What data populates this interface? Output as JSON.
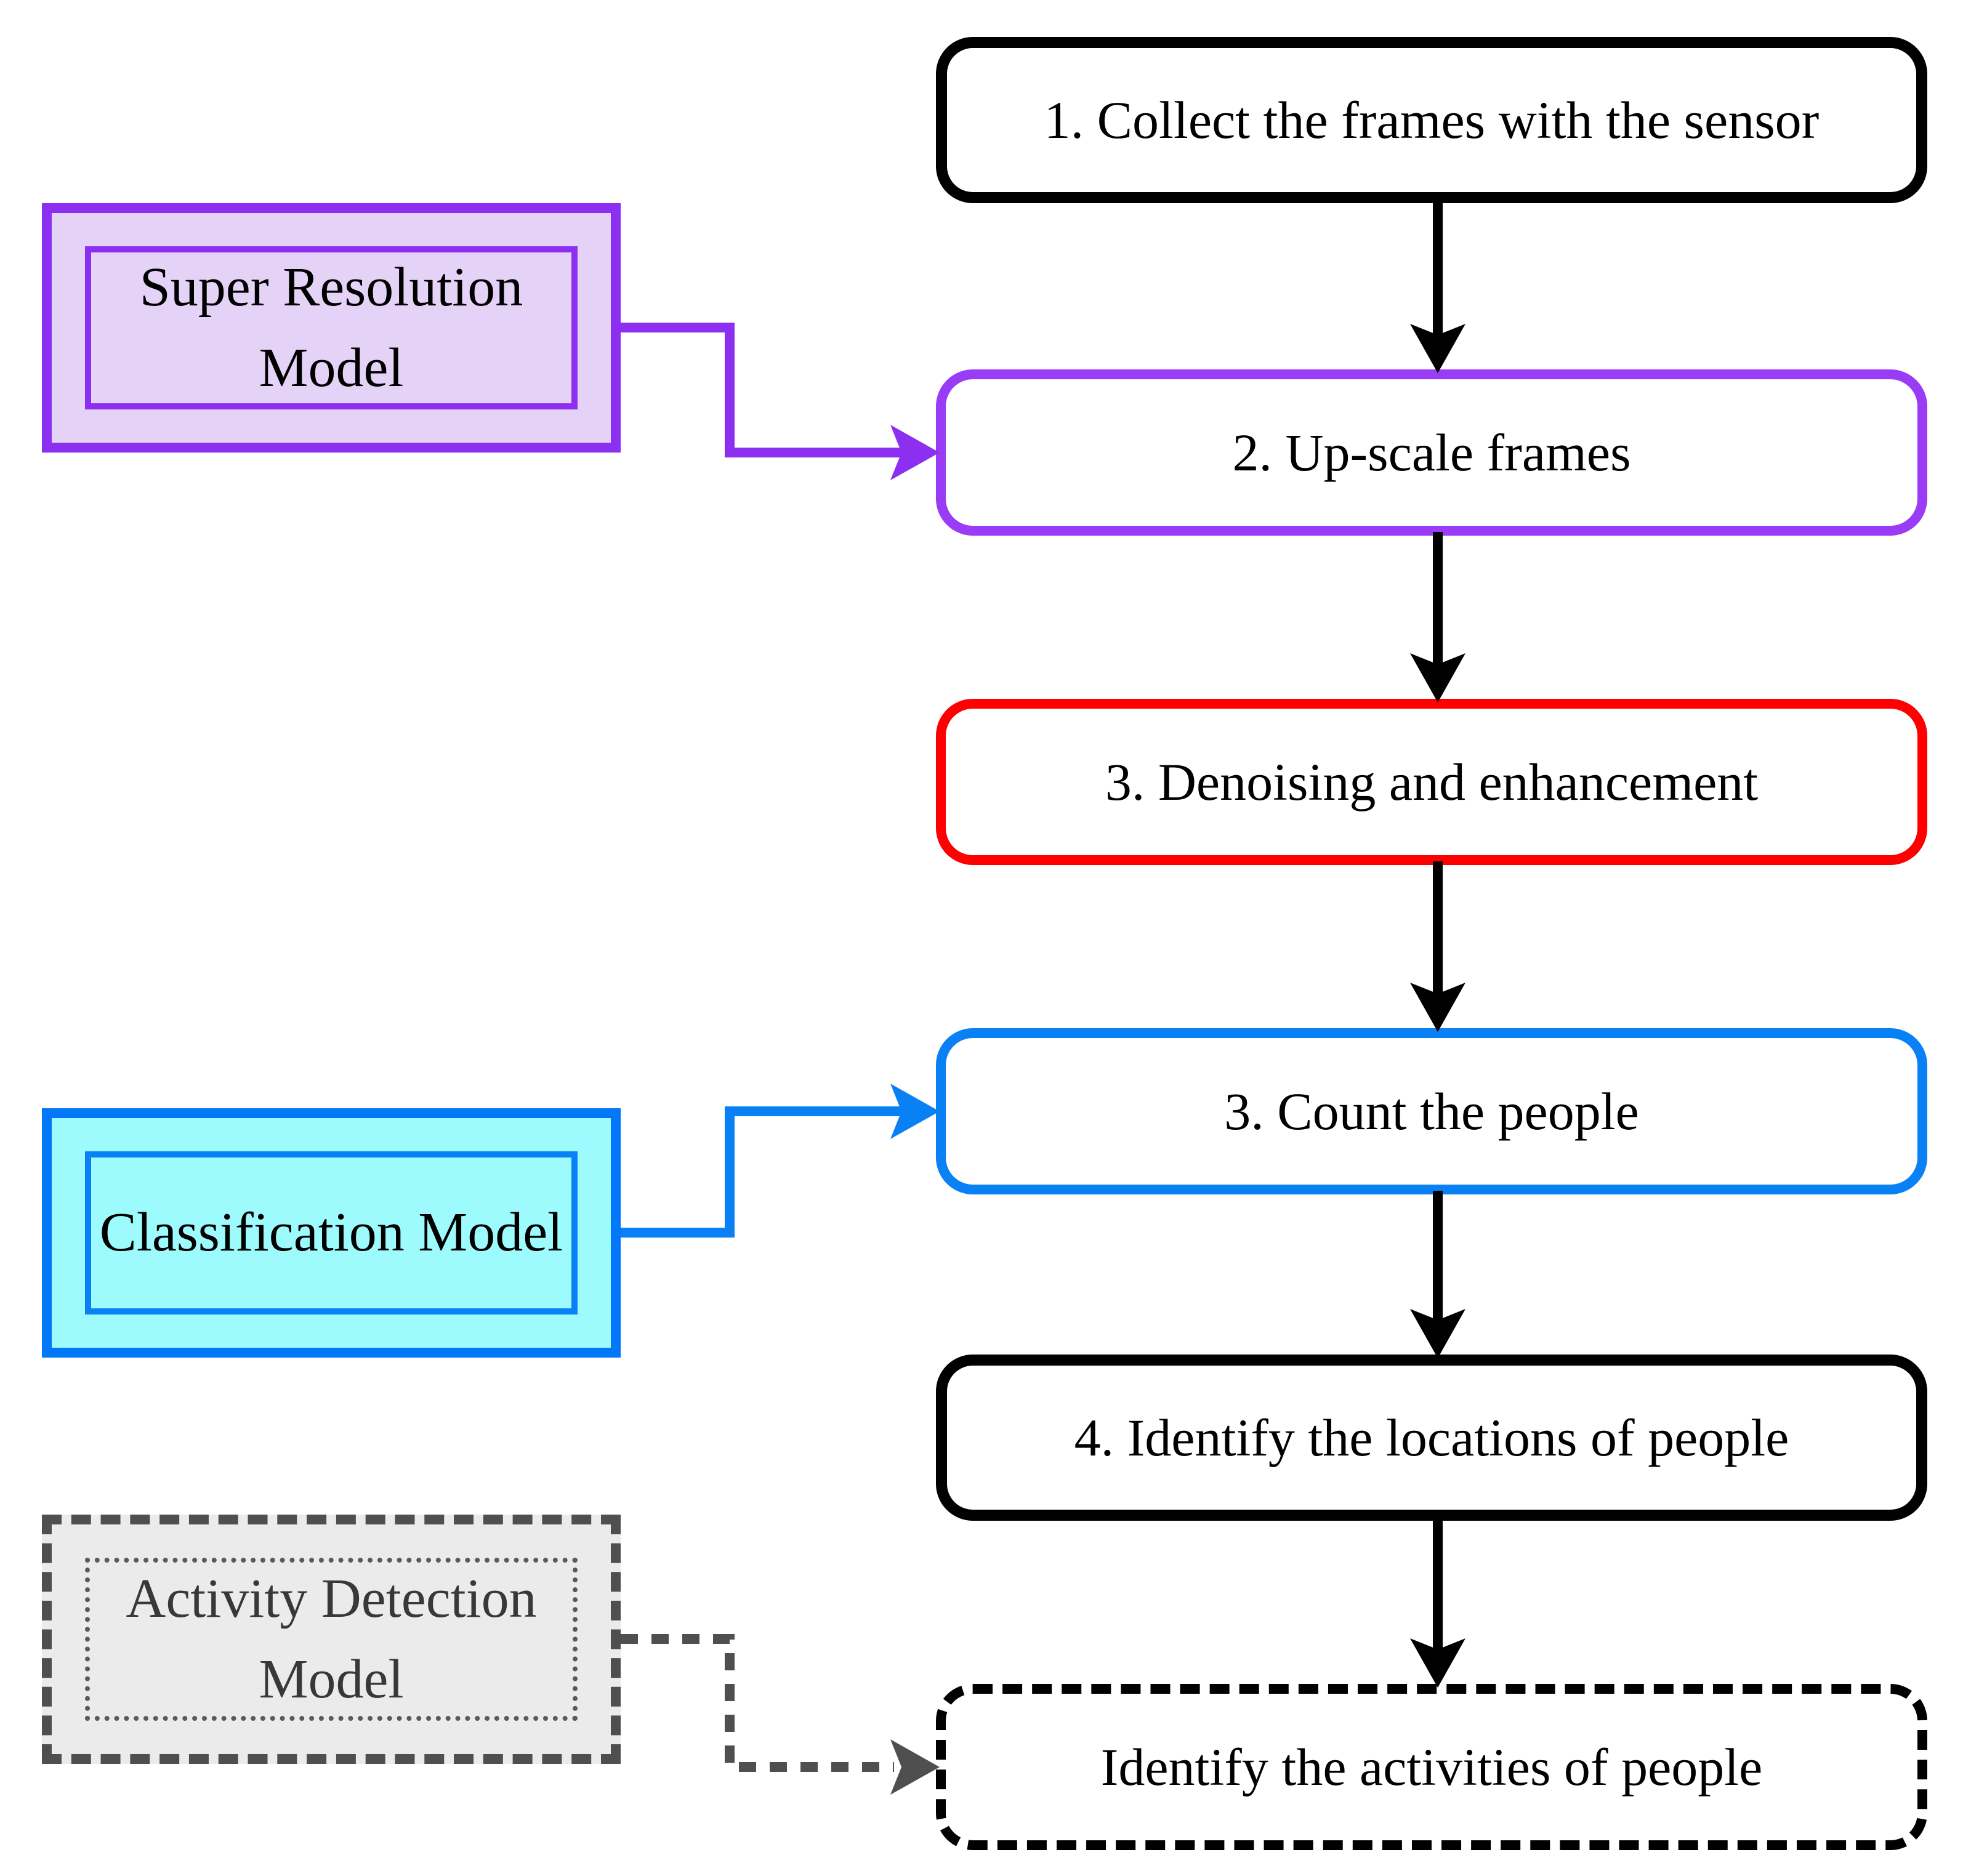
{
  "diagram": {
    "main_steps": [
      {
        "label": "1. Collect the frames with the sensor",
        "outline_color": "#000000",
        "outline_style": "solid"
      },
      {
        "label": "2. Up-scale frames",
        "outline_color": "#9A3BF5",
        "outline_style": "solid"
      },
      {
        "label": "3. Denoising and enhancement",
        "outline_color": "#FF0000",
        "outline_style": "solid"
      },
      {
        "label": "3. Count the people",
        "outline_color": "#0A80F5",
        "outline_style": "solid"
      },
      {
        "label": "4. Identify the locations of people",
        "outline_color": "#000000",
        "outline_style": "solid"
      },
      {
        "label": "Identify the activities of people",
        "outline_color": "#000000",
        "outline_style": "dashed"
      }
    ],
    "model_boxes": [
      {
        "label": "Super Resolution Model",
        "outline_color": "#8C2FF0",
        "fill_color": "#E4D3F7",
        "text_color": "#000000",
        "outline_style": "solid",
        "feeds_step": "2. Up-scale frames"
      },
      {
        "label": "Classification Model",
        "outline_color": "#0277F8",
        "fill_color": "#9EFBFD",
        "text_color": "#000000",
        "outline_style": "solid",
        "feeds_step": "3. Count the people"
      },
      {
        "label": "Activity Detection Model",
        "outline_color": "#4F4F4F",
        "fill_color": "#EBEBEB",
        "text_color": "#383838",
        "outline_style": "dashed",
        "feeds_step": "Identify the activities of people"
      }
    ],
    "connectors": [
      {
        "from": "1. Collect the frames with the sensor",
        "to": "2. Up-scale frames",
        "color": "#000000",
        "style": "solid"
      },
      {
        "from": "2. Up-scale frames",
        "to": "3. Denoising and enhancement",
        "color": "#000000",
        "style": "solid"
      },
      {
        "from": "3. Denoising and enhancement",
        "to": "3. Count the people",
        "color": "#000000",
        "style": "solid"
      },
      {
        "from": "3. Count the people",
        "to": "4. Identify the locations of people",
        "color": "#000000",
        "style": "solid"
      },
      {
        "from": "4. Identify the locations of people",
        "to": "Identify the activities of people",
        "color": "#000000",
        "style": "solid"
      },
      {
        "from": "Super Resolution Model",
        "to": "2. Up-scale frames",
        "color": "#8C2FF0",
        "style": "solid"
      },
      {
        "from": "Classification Model",
        "to": "3. Count the people",
        "color": "#0A80F5",
        "style": "solid"
      },
      {
        "from": "Activity Detection Model",
        "to": "Identify the activities of people",
        "color": "#4F4F4F",
        "style": "dashed"
      }
    ],
    "palette": {
      "black": "#000000",
      "red": "#FF0000",
      "violet": "#8C2FF0",
      "violet_fill": "#E4D3F7",
      "blue": "#0A80F5",
      "cyan_fill": "#9EFBFD",
      "gray": "#4F4F4F",
      "gray_fill": "#EBEBEB",
      "background": "#FFFFFF"
    }
  }
}
